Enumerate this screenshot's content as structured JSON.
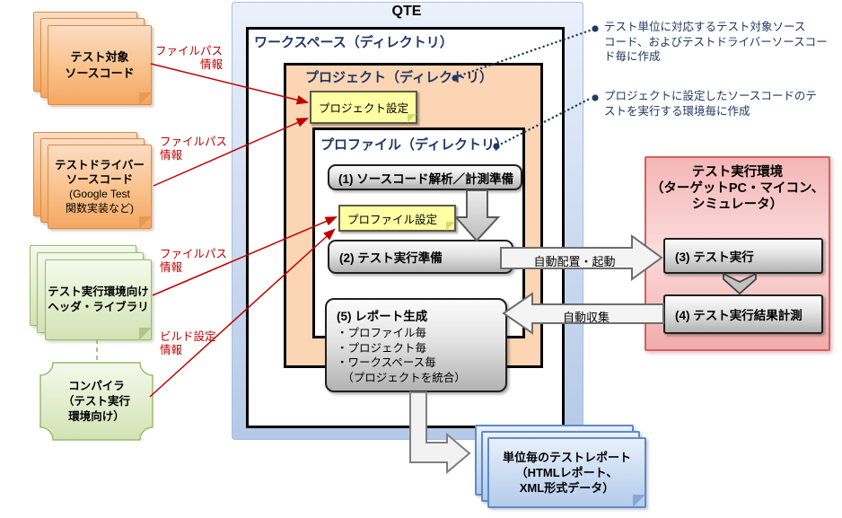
{
  "qte": {
    "title": "QTE",
    "workspace_label": "ワークスペース（ディレクトリ）",
    "project_label": "プロジェクト（ディレクトリ）",
    "profile_label": "プロファイル（ディレクトリ）",
    "project_note": "プロジェクト設定",
    "profile_note": "プロファイル設定"
  },
  "steps": {
    "s1": "(1) ソースコード解析／計測準備",
    "s2": "(2) テスト実行準備",
    "s5_title": "(5) レポート生成",
    "s5_items": "・プロファイル毎\n・プロジェクト毎\n・ワークスペース毎\n　（プロジェクトを統合）",
    "s3": "(3) テスト実行",
    "s4": "(4) テスト実行結果計測"
  },
  "env": {
    "title": "テスト実行環境\n（ターゲットPC・マイコン、\nシミュレータ）"
  },
  "flows": {
    "deploy": "自動配置・起動",
    "collect": "自動収集"
  },
  "annotations": {
    "a1": "テスト単位に対応するテスト対象ソース\nコード、およびテストドライバーソースコー\nド毎に作成",
    "a2": "プロジェクトに設定したソースコードのテ\nストを実行する環境毎に作成"
  },
  "inputs": {
    "source": "テスト対象\nソースコード",
    "driver_main": "テストドライバー\nソースコード",
    "driver_sub": "(Google Test\n関数実装など)",
    "header_lib": "テスト実行環境向け\nヘッダ・ライブラリ",
    "compiler": "コンパイラ\n（テスト実行\n環境向け）"
  },
  "edge_labels": {
    "filepath1": "ファイルパス\n情報",
    "filepath2": "ファイルパス\n情報",
    "filepath3": "ファイルパス\n情報",
    "build": "ビルド設定\n情報"
  },
  "output": {
    "report": "単位毎のテストレポート\n（HTMLレポート、\nXML形式データ）"
  },
  "colors": {
    "navy_text": "#1f3864",
    "red_accent": "#c00000",
    "project_fill": "#fcd5b4",
    "note_yellow": "#ffffa3",
    "env_pink": "#f4b6b6",
    "env_border": "#d65f5f",
    "qte_blue": "#b5c9e8",
    "note_orange": "#f5a763",
    "note_green": "#d2e3b4",
    "note_blue": "#b4cceb"
  }
}
